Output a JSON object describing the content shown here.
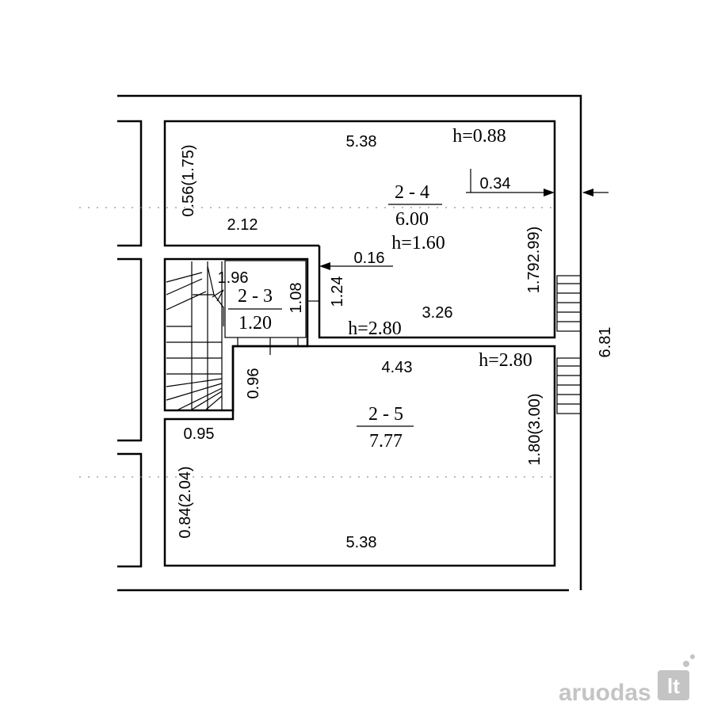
{
  "plan": {
    "rooms": [
      {
        "id": "2 - 4",
        "area": "6.00",
        "height": "h=1.60"
      },
      {
        "id": "2 - 3",
        "area": "1.20"
      },
      {
        "id": "2 - 5",
        "area": "7.77"
      }
    ],
    "heights": {
      "top_room": "h=0.88",
      "stair_room": "h=2.80",
      "bottom_room": "h=2.80"
    },
    "dimensions": {
      "top_width": "5.38",
      "top_left_side": "0.56(1.75)",
      "top_inner_left": "2.12",
      "top_wall_right": "0.34",
      "top_right_side": "1.792.99)",
      "offset": "0.16",
      "stair_width": "1.96",
      "stair_side": "1.08",
      "step": "1.24",
      "middle_width": "3.26",
      "bottom_top_width": "4.43",
      "landing": "0.96",
      "bottom_corner": "0.95",
      "bottom_left_side": "0.84(2.04)",
      "bottom_right_side": "1.80(3.00)",
      "bottom_width": "5.38",
      "overall_height": "6.81"
    }
  },
  "watermark": {
    "brand": "aruodas",
    "badge": "lt"
  }
}
